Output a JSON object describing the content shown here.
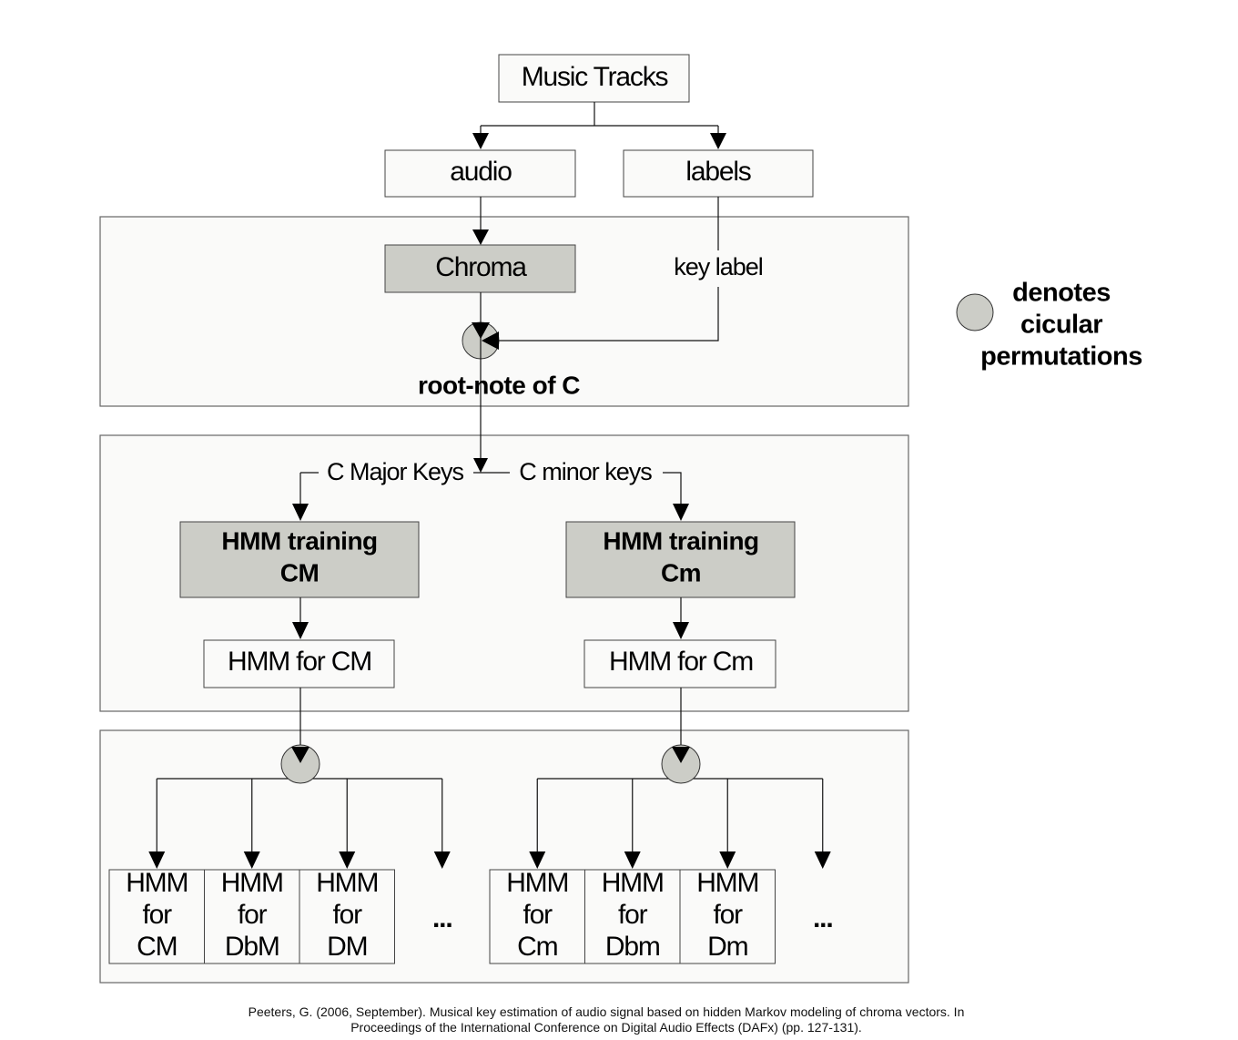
{
  "source": {
    "label": "Music Tracks"
  },
  "inputs": {
    "audio": "audio",
    "labels": "labels"
  },
  "stage1": {
    "feature": "Chroma",
    "key_label": "key label",
    "permutation_caption": "root-note of C"
  },
  "stage2": {
    "branch_major": "C Major Keys",
    "branch_minor": "C minor keys",
    "training_major": [
      "HMM training",
      "CM"
    ],
    "training_minor": [
      "HMM training",
      "Cm"
    ],
    "model_major": "HMM for CM",
    "model_minor": "HMM for Cm"
  },
  "stage3": {
    "major_models": [
      [
        "HMM",
        "for",
        "CM"
      ],
      [
        "HMM",
        "for",
        "DbM"
      ],
      [
        "HMM",
        "for",
        "DM"
      ]
    ],
    "minor_models": [
      [
        "HMM",
        "for",
        "Cm"
      ],
      [
        "HMM",
        "for",
        "Dbm"
      ],
      [
        "HMM",
        "for",
        "Dm"
      ]
    ],
    "ellipsis": "..."
  },
  "legend": {
    "symbol": "circle",
    "lines": [
      "denotes",
      "cicular",
      "permutations"
    ]
  },
  "citation": {
    "line1": "Peeters, G. (2006, September). Musical key estimation of audio signal based on hidden Markov modeling of chroma vectors. In",
    "line2": "Proceedings of the International Conference on Digital Audio Effects (DAFx) (pp. 127-131)."
  },
  "colors": {
    "shaded_fill": "#cccdc7",
    "panel_fill": "#fafaf9",
    "line": "#111111"
  }
}
